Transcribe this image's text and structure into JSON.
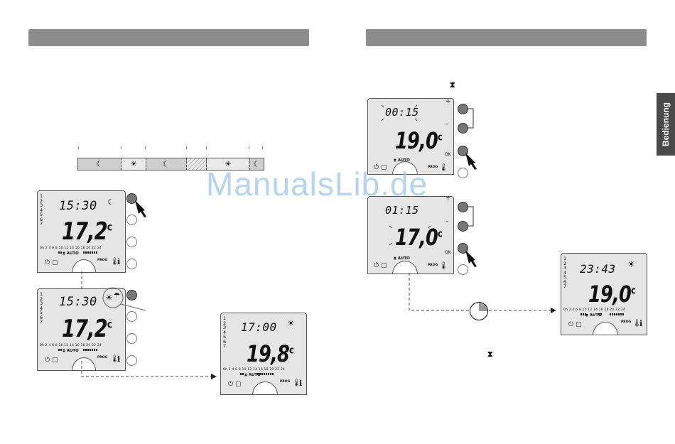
{
  "side_tab": "Bedienung",
  "watermark": "ManualsLib.de",
  "symbols": {
    "moon": "☾",
    "sun": "☀",
    "hourglass": "⧗",
    "eye": "◉"
  },
  "strip": [
    "☾",
    "☀",
    "☾",
    "",
    "☀",
    "☾"
  ],
  "displays": {
    "d1": {
      "days": "1234567",
      "time": "15:30",
      "temp": "17,2",
      "unit": "c",
      "hours": "0h 2  4  6  8  10 12 14 16 18 20 22 24",
      "modes": "⧗ AUTO",
      "prog": "PROG",
      "info": "i",
      "bottom": "⏻ ▢"
    },
    "d2": {
      "days": "1234567",
      "time": "15:30",
      "temp": "17,2",
      "unit": "c",
      "hours": "0h 2  4  6  8  10 12 14 16 18 20 22 24",
      "modes": "⧗ AUTO",
      "prog": "PROG",
      "info": "i",
      "bottom": "⏻ ▢"
    },
    "d3": {
      "days": "1234567",
      "time": "17:00",
      "temp": "19,8",
      "unit": "c",
      "hours": "0h 2  4  6  8  10 12 14 16 18 20 22 24",
      "modes": "⧗ AUTO",
      "prog": "PROG",
      "info": "i",
      "bottom": "⏻ ▢"
    },
    "d4": {
      "time": "00:15",
      "temp": "19,0",
      "unit": "c",
      "modes": "⧗ AUTO",
      "prog": "PROG",
      "bottom": "⏻ ▢"
    },
    "d5": {
      "time": "01:15",
      "temp": "17,0",
      "unit": "c",
      "modes": "⧗ AUTO",
      "prog": "PROG",
      "bottom": "⏻ ▢"
    },
    "d6": {
      "days": "1234567",
      "time": "23:43",
      "temp": "19,0",
      "unit": "c",
      "hours": "0h 2  4  6  8  10 12 14 16 18 20 22 24",
      "modes": "⧗ AUTO",
      "prog": "PROG",
      "info": "i",
      "bottom": "⏻ ▢"
    }
  },
  "keys": {
    "plus": "+",
    "minus": "–",
    "ok": "OK"
  }
}
